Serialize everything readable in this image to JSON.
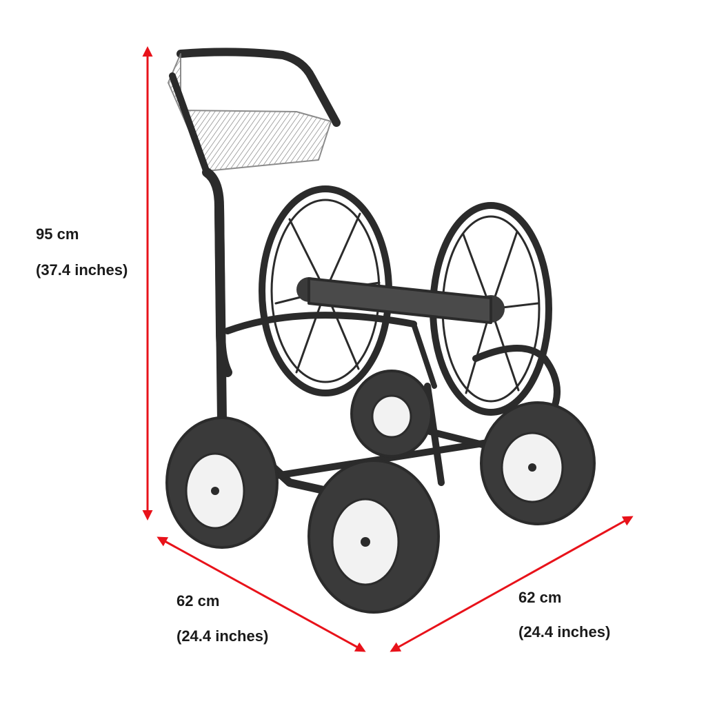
{
  "dimensions": {
    "height": {
      "metric": "95 cm",
      "imperial": "(37.4 inches)"
    },
    "depth": {
      "metric": "62 cm",
      "imperial": "(24.4 inches)"
    },
    "width": {
      "metric": "62 cm",
      "imperial": "(24.4 inches)"
    }
  },
  "colors": {
    "arrow": "#e8121a",
    "sketch": "#2b2b2b",
    "text": "#1a1a1a"
  },
  "illustration": "hose-reel-cart-icon"
}
